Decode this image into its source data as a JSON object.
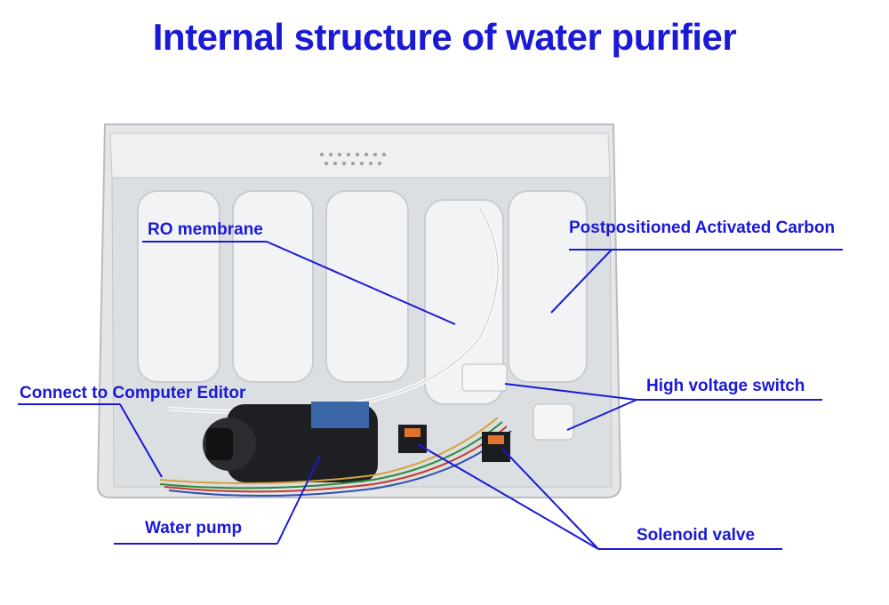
{
  "title": "Internal structure of water purifier",
  "labels": {
    "ro_membrane": "RO membrane",
    "carbon": "Postpositioned Activated Carbon",
    "high_voltage_switch": "High voltage switch",
    "connect": "Connect to Computer Editor",
    "water_pump": "Water pump",
    "solenoid_valve": "Solenoid valve"
  },
  "colors": {
    "accent": "#1a1ad6",
    "housing": "#e6e8ea",
    "filter": "#eef0f1",
    "pump": "#1d1f22"
  }
}
